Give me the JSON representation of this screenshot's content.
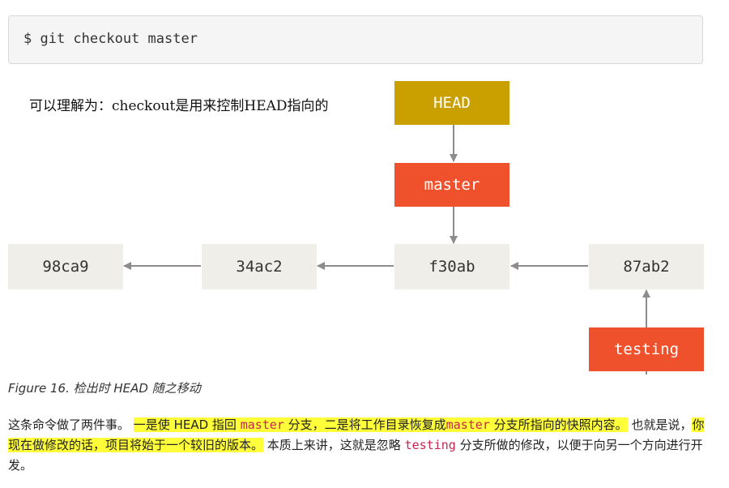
{
  "code_block": {
    "command": "$ git checkout master"
  },
  "note": "可以理解为：checkout是用来控制HEAD指向的",
  "diagram": {
    "head": "HEAD",
    "branches": {
      "master": "master",
      "testing": "testing"
    },
    "commits": [
      "98ca9",
      "34ac2",
      "f30ab",
      "87ab2"
    ],
    "colors": {
      "head": "#c9a000",
      "branch": "#f0512d",
      "commit": "#efeee9",
      "arrow": "#8c8c8c"
    }
  },
  "caption": "Figure 16. 检出时 HEAD 随之移动",
  "paragraph": {
    "p1": "这条命令做了两件事。",
    "p2": "一是使 HEAD 指回",
    "c1": "master",
    "p3": "分支，二是将工作目录恢复成",
    "c2": "master",
    "p4": "分支所指向的快照内容。",
    "p5": "也就是说，",
    "p6": "你现在做修改的话，项目将始于一个较旧的版本。",
    "p7": "本质上来讲，这就是忽略",
    "c3": "testing",
    "p8": "分支所做的修改，以便于向另一个方向进行开发。"
  }
}
